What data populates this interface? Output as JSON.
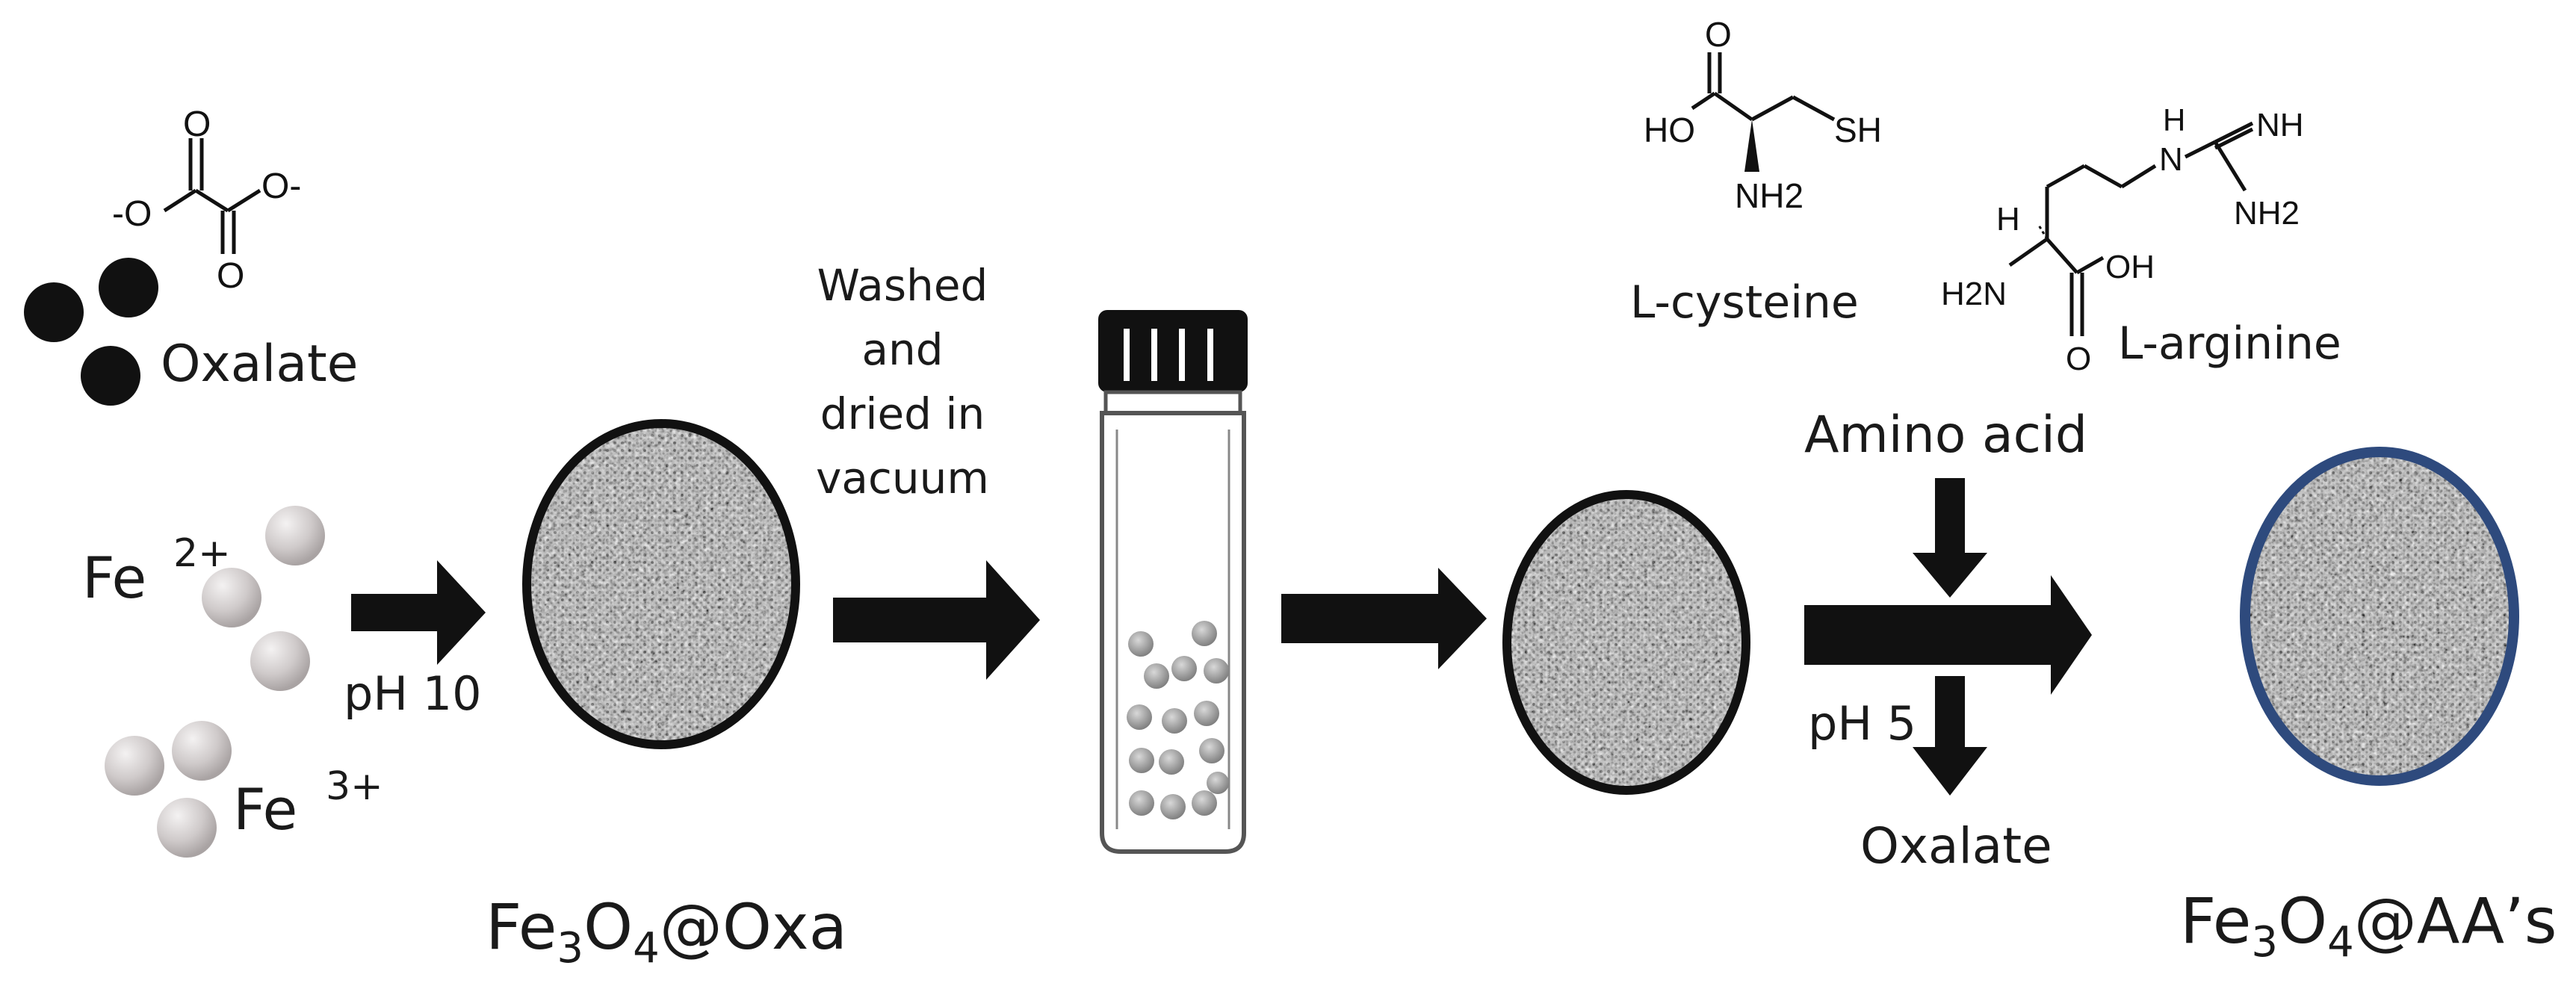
{
  "labels": {
    "oxalate_top": "Oxalate",
    "fe2_symbol": "Fe",
    "fe2_charge": "2+",
    "fe3_symbol": "Fe",
    "fe3_charge": "3+",
    "ph10": "pH 10",
    "washed_line1": "Washed",
    "washed_line2": "and",
    "washed_line3": "dried in",
    "washed_line4": "vacuum",
    "cysteine_name": "L-cysteine",
    "arginine_name": "L-arginine",
    "amino_acid": "Amino acid",
    "ph5": "pH 5",
    "oxalate_out": "Oxalate",
    "product1": {
      "pre": "Fe",
      "sub1": "3",
      "mid": "O",
      "sub2": "4",
      "post": "@Oxa"
    },
    "product2": {
      "pre": "Fe",
      "sub1": "3",
      "mid": "O",
      "sub2": "4",
      "post": "@AA’s"
    }
  },
  "chem": {
    "oxalate_O": "O",
    "oxalate_Om": "-O",
    "oxalate_Om2": "O-",
    "cys_HO": "HO",
    "cys_O": "O",
    "cys_SH": "SH",
    "cys_NH2": "NH2",
    "arg_H_top": "H",
    "arg_N": "N",
    "arg_NH": "NH",
    "arg_NH2_r": "NH2",
    "arg_H": "H",
    "arg_H2N": "H2N",
    "arg_OH": "OH",
    "arg_O": "O"
  },
  "colors": {
    "particle_border": "#111111",
    "product_border": "#2e4a7d",
    "arrow": "#111111",
    "black_ball": "#111111"
  }
}
